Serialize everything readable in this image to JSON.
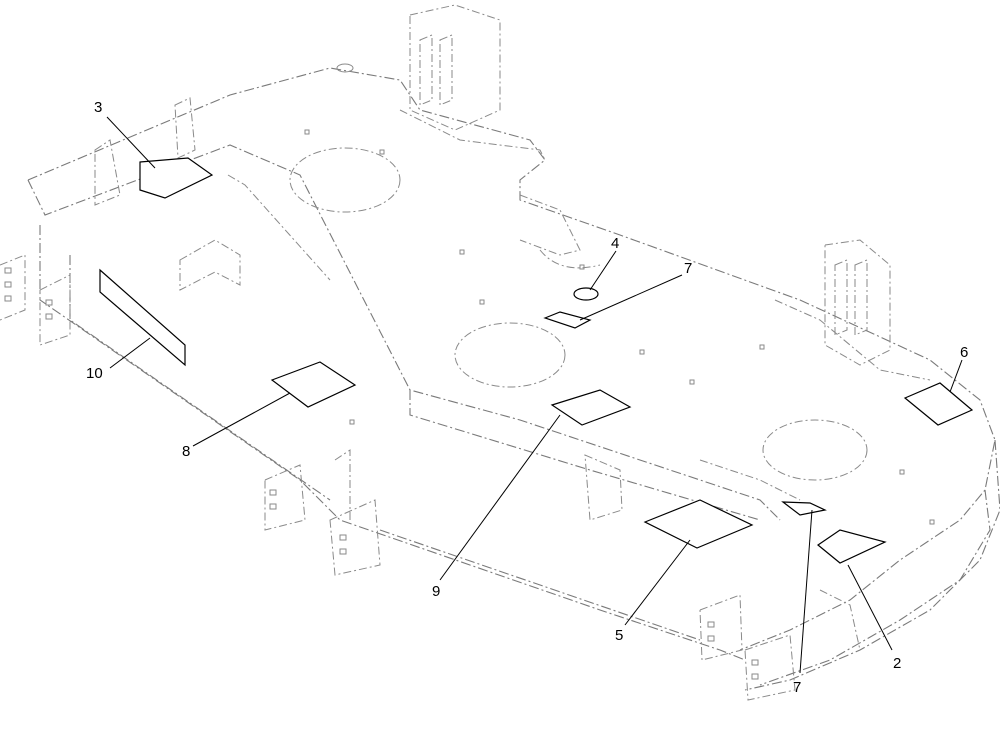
{
  "callouts": {
    "c2": "2",
    "c3": "3",
    "c4": "4",
    "c5": "5",
    "c6": "6",
    "c7a": "7",
    "c7b": "7",
    "c8": "8",
    "c9": "9",
    "c10": "10"
  },
  "colors": {
    "line": "#000000",
    "deck_outline": "#7a7a7a",
    "background": "#ffffff"
  }
}
